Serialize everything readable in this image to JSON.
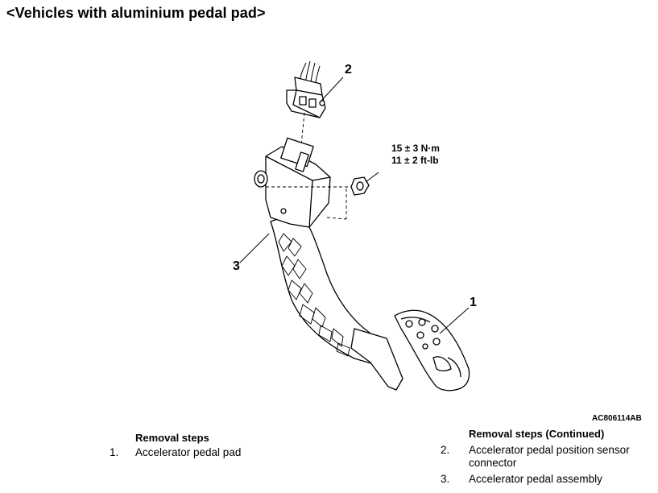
{
  "title": "<Vehicles with aluminium pedal pad>",
  "callouts": {
    "c1": "1",
    "c2": "2",
    "c3": "3"
  },
  "torque": {
    "metric": "15 ± 3 N·m",
    "imperial": "11 ± 2 ft-lb"
  },
  "figure_code": "AC806114AB",
  "removal_left": {
    "heading": "Removal steps",
    "items": [
      {
        "num": "1.",
        "text": "Accelerator pedal pad"
      }
    ]
  },
  "removal_right": {
    "heading": "Removal steps (Continued)",
    "items": [
      {
        "num": "2.",
        "text_line1": "Accelerator pedal position sensor",
        "text_line2": "connector"
      },
      {
        "num": "3.",
        "text_line1": "Accelerator pedal assembly"
      }
    ]
  }
}
